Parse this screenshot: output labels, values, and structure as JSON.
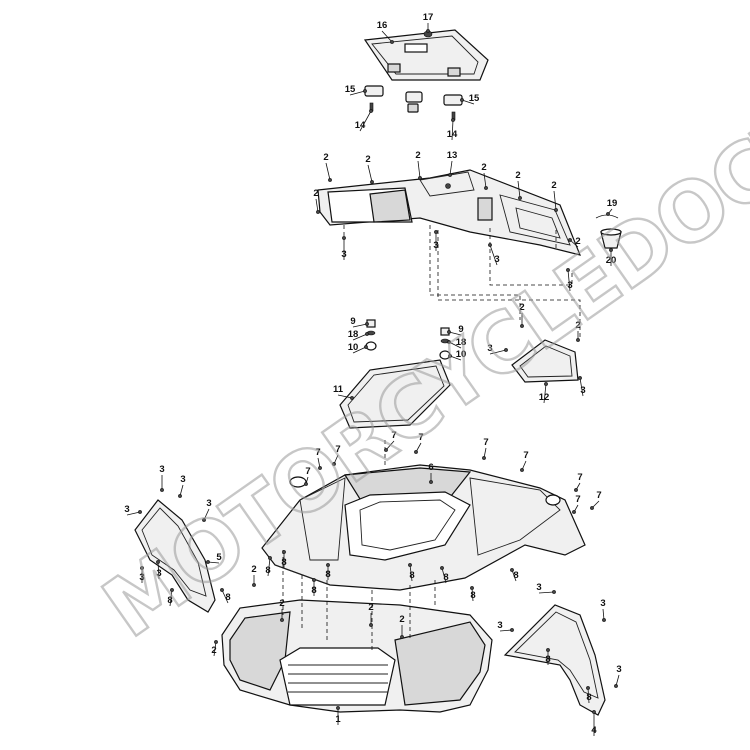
{
  "diagram": {
    "watermark": "MOTORCYCLEDOCTOR",
    "callouts": [
      {
        "id": "c16",
        "label": "16"
      },
      {
        "id": "c17",
        "label": "17"
      },
      {
        "id": "c15a",
        "label": "15"
      },
      {
        "id": "c15b",
        "label": "15"
      },
      {
        "id": "c14a",
        "label": "14"
      },
      {
        "id": "c14b",
        "label": "14"
      },
      {
        "id": "c13",
        "label": "13"
      },
      {
        "id": "c2a",
        "label": "2"
      },
      {
        "id": "c2b",
        "label": "2"
      },
      {
        "id": "c2c",
        "label": "2"
      },
      {
        "id": "c2d",
        "label": "2"
      },
      {
        "id": "c2e",
        "label": "2"
      },
      {
        "id": "c2f",
        "label": "2"
      },
      {
        "id": "c2g",
        "label": "2"
      },
      {
        "id": "c2h",
        "label": "2"
      },
      {
        "id": "c3a",
        "label": "3"
      },
      {
        "id": "c3b",
        "label": "3"
      },
      {
        "id": "c3c",
        "label": "3"
      },
      {
        "id": "c3d",
        "label": "3"
      },
      {
        "id": "c19",
        "label": "19"
      },
      {
        "id": "c20",
        "label": "20"
      },
      {
        "id": "c2i",
        "label": "2"
      },
      {
        "id": "c2j",
        "label": "2"
      },
      {
        "id": "c3e",
        "label": "3"
      },
      {
        "id": "c3f",
        "label": "3"
      },
      {
        "id": "c12",
        "label": "12"
      },
      {
        "id": "c9a",
        "label": "9"
      },
      {
        "id": "c18a",
        "label": "18"
      },
      {
        "id": "c10a",
        "label": "10"
      },
      {
        "id": "c9b",
        "label": "9"
      },
      {
        "id": "c18b",
        "label": "18"
      },
      {
        "id": "c10b",
        "label": "10"
      },
      {
        "id": "c11",
        "label": "11"
      },
      {
        "id": "c7a",
        "label": "7"
      },
      {
        "id": "c7b",
        "label": "7"
      },
      {
        "id": "c7c",
        "label": "7"
      },
      {
        "id": "c7d",
        "label": "7"
      },
      {
        "id": "c7e",
        "label": "7"
      },
      {
        "id": "c7f",
        "label": "7"
      },
      {
        "id": "c7g",
        "label": "7"
      },
      {
        "id": "c7h",
        "label": "7"
      },
      {
        "id": "c7i",
        "label": "7"
      },
      {
        "id": "c7j",
        "label": "7"
      },
      {
        "id": "c6",
        "label": "6"
      },
      {
        "id": "c3g",
        "label": "3"
      },
      {
        "id": "c3h",
        "label": "3"
      },
      {
        "id": "c3i",
        "label": "3"
      },
      {
        "id": "c3j",
        "label": "3"
      },
      {
        "id": "c3k",
        "label": "3"
      },
      {
        "id": "c3l",
        "label": "3"
      },
      {
        "id": "c5",
        "label": "5"
      },
      {
        "id": "c8a",
        "label": "8"
      },
      {
        "id": "c8b",
        "label": "8"
      },
      {
        "id": "c8c",
        "label": "8"
      },
      {
        "id": "c8d",
        "label": "8"
      },
      {
        "id": "c8e",
        "label": "8"
      },
      {
        "id": "c8f",
        "label": "8"
      },
      {
        "id": "c8g",
        "label": "8"
      },
      {
        "id": "c8h",
        "label": "8"
      },
      {
        "id": "c8i",
        "label": "8"
      },
      {
        "id": "c8j",
        "label": "8"
      },
      {
        "id": "c8k",
        "label": "8"
      },
      {
        "id": "c8l",
        "label": "8"
      },
      {
        "id": "c2k",
        "label": "2"
      },
      {
        "id": "c2l",
        "label": "2"
      },
      {
        "id": "c2m",
        "label": "2"
      },
      {
        "id": "c2n",
        "label": "2"
      },
      {
        "id": "c2o",
        "label": "2"
      },
      {
        "id": "c3m",
        "label": "3"
      },
      {
        "id": "c3n",
        "label": "3"
      },
      {
        "id": "c3o",
        "label": "3"
      },
      {
        "id": "c3p",
        "label": "3"
      },
      {
        "id": "c1",
        "label": "1"
      },
      {
        "id": "c4",
        "label": "4"
      }
    ]
  }
}
